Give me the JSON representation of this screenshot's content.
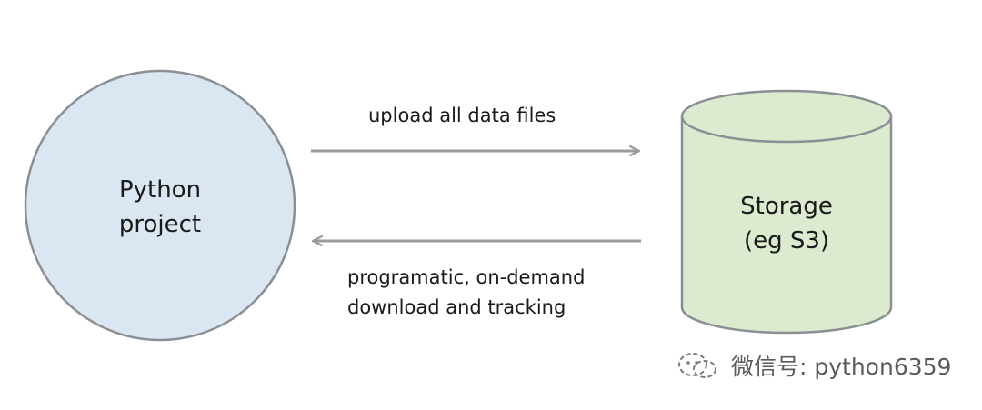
{
  "nodes": {
    "python_project": {
      "lines": [
        "Python",
        "project"
      ],
      "fill": "#dbe6f3",
      "stroke": "#8a8f96"
    },
    "storage": {
      "lines": [
        "Storage",
        "(eg S3)"
      ],
      "fill": "#dcebcf",
      "stroke": "#8a8f96"
    }
  },
  "edges": {
    "upload": {
      "lines": [
        "upload all data files"
      ],
      "color": "#9a9a9a"
    },
    "download": {
      "lines": [
        "programatic, on-demand",
        "download and tracking"
      ],
      "color": "#9a9a9a"
    }
  },
  "watermark": {
    "text": "微信号: python6359",
    "icon": "wechat-icon"
  }
}
